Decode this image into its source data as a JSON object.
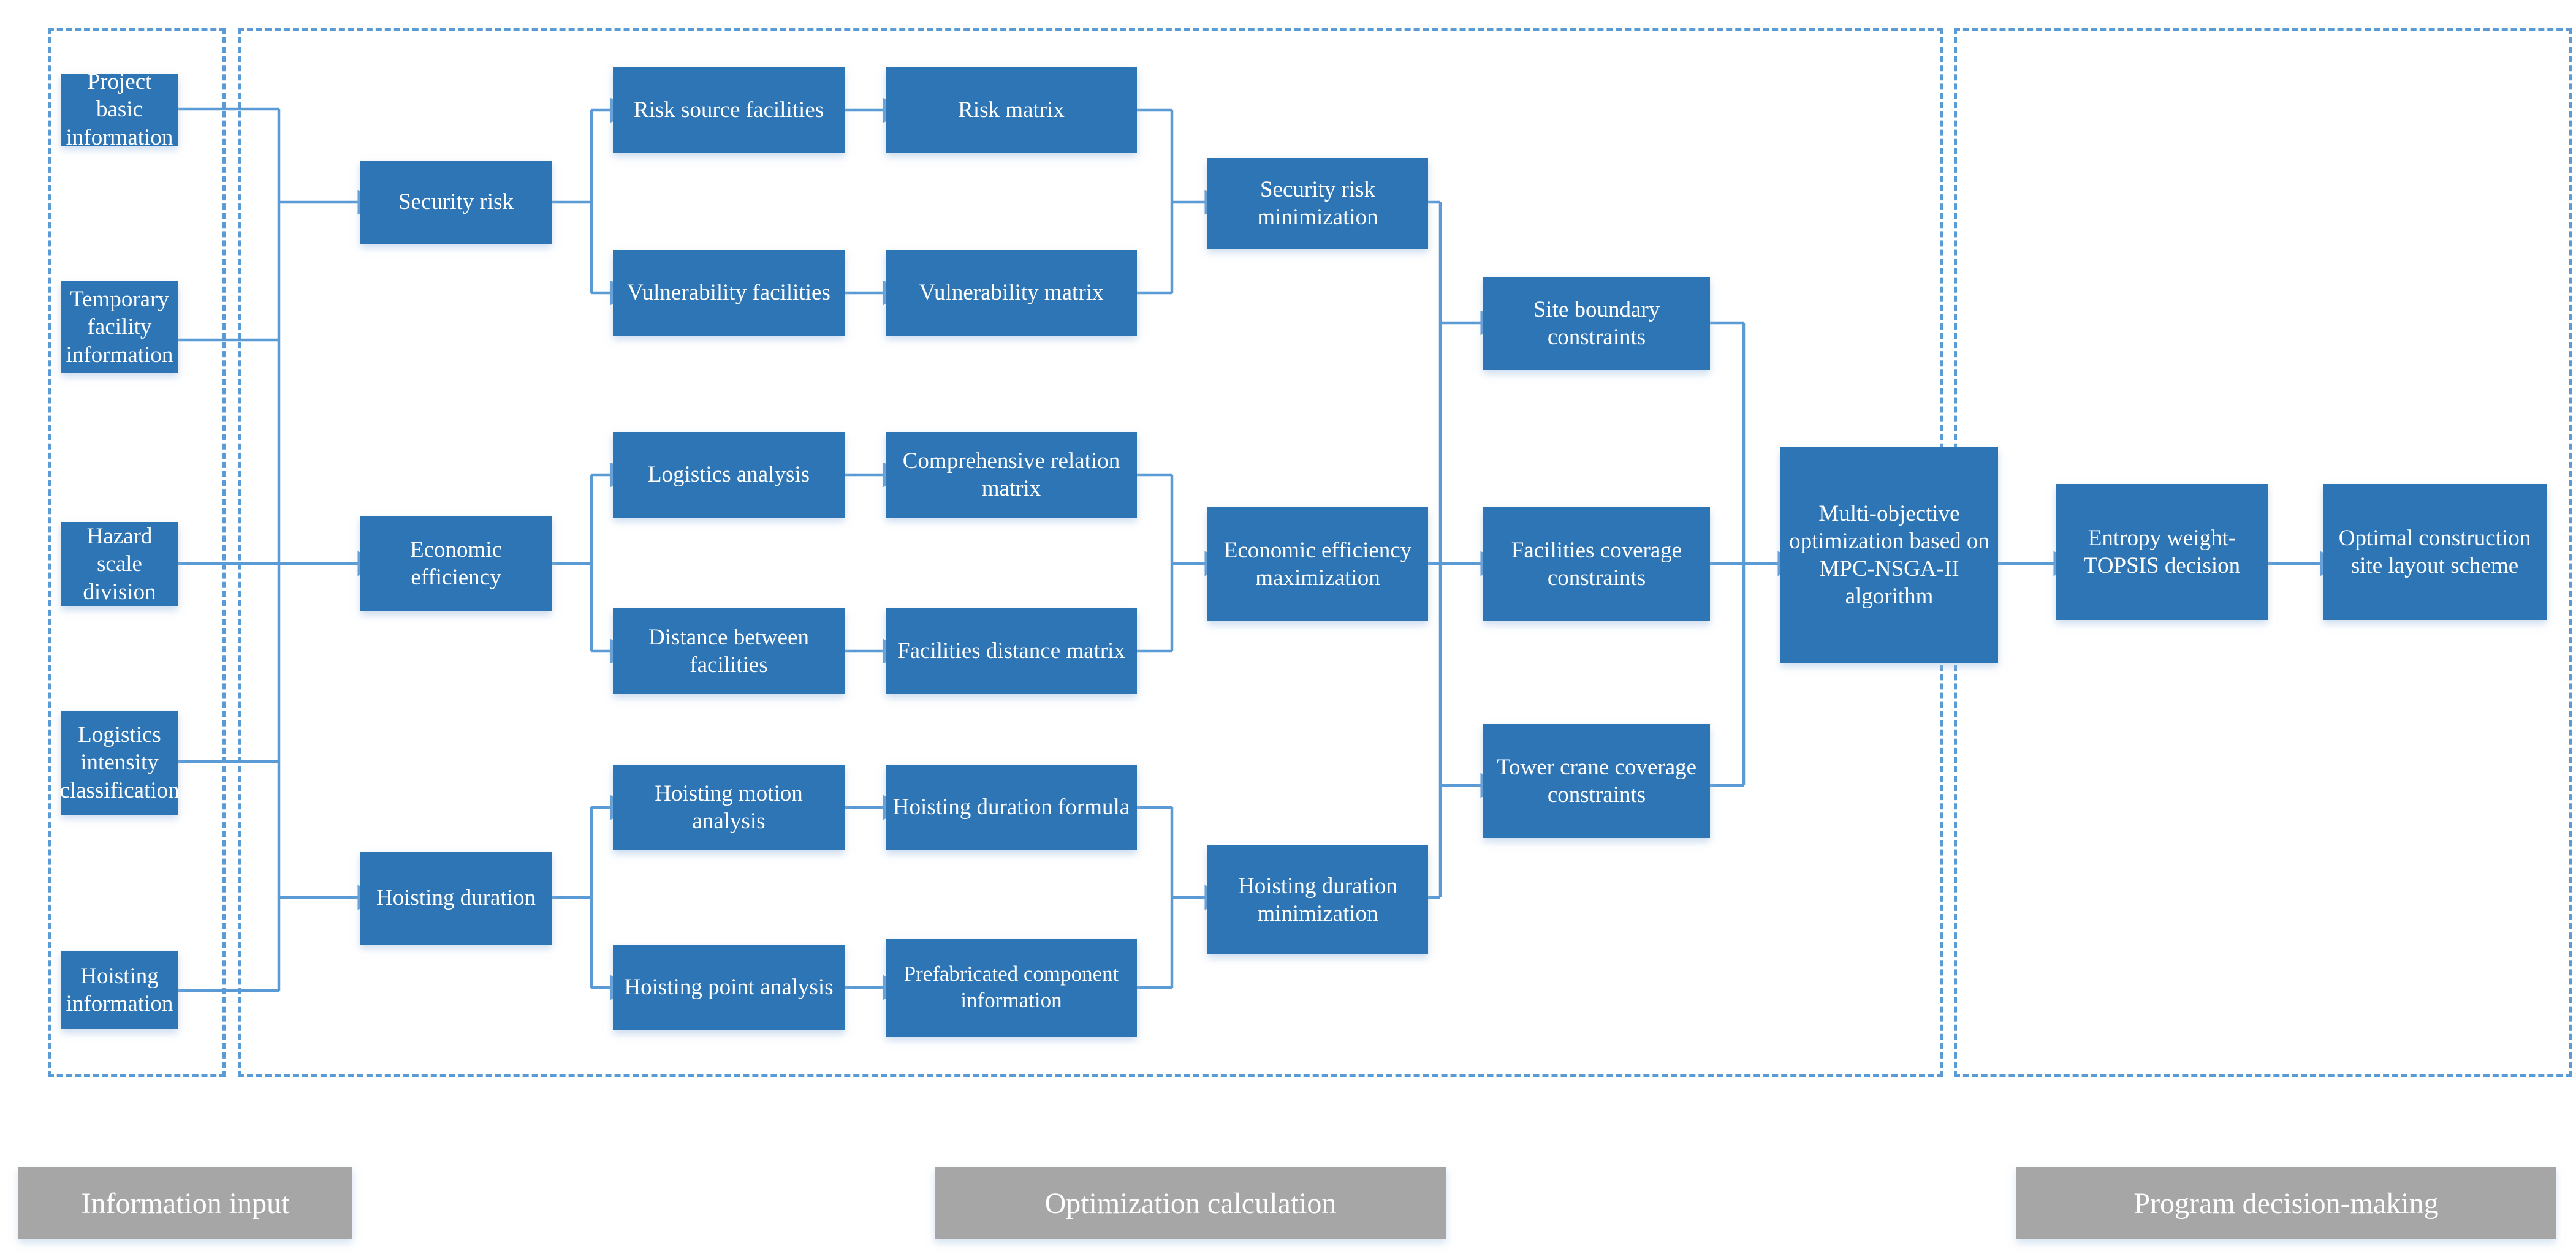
{
  "colors": {
    "node_fill": "#2E75B6",
    "node_text": "#FFFFFF",
    "panel_border": "#5B9BD5",
    "connector": "#5B9BD5",
    "legend_fill": "#A6A6A6",
    "background": "#FFFFFF"
  },
  "panels": [
    {
      "name": "information-input-panel"
    },
    {
      "name": "optimization-calculation-panel"
    },
    {
      "name": "program-decision-panel"
    }
  ],
  "legend": [
    {
      "label": "Information input"
    },
    {
      "label": "Optimization calculation"
    },
    {
      "label": "Program decision-making"
    }
  ],
  "inputs": [
    {
      "label": "Project basic information"
    },
    {
      "label": "Temporary facility information"
    },
    {
      "label": "Hazard scale division"
    },
    {
      "label": "Logistics intensity classification"
    },
    {
      "label": "Hoisting information"
    }
  ],
  "objectives": [
    {
      "label": "Security risk"
    },
    {
      "label": "Economic efficiency"
    },
    {
      "label": "Hoisting duration"
    }
  ],
  "analysis": [
    {
      "label": "Risk source facilities"
    },
    {
      "label": "Vulnerability facilities"
    },
    {
      "label": "Logistics analysis"
    },
    {
      "label": "Distance between facilities"
    },
    {
      "label": "Hoisting motion analysis"
    },
    {
      "label": "Hoisting point analysis"
    }
  ],
  "matrices": [
    {
      "label": "Risk matrix"
    },
    {
      "label": "Vulnerability matrix"
    },
    {
      "label": "Comprehensive relation matrix"
    },
    {
      "label": "Facilities distance matrix"
    },
    {
      "label": "Hoisting duration formula"
    },
    {
      "label": "Prefabricated component information"
    }
  ],
  "goals": [
    {
      "label": "Security risk minimization"
    },
    {
      "label": "Economic efficiency maximization"
    },
    {
      "label": "Hoisting duration minimization"
    }
  ],
  "constraints": [
    {
      "label": "Site boundary constraints"
    },
    {
      "label": "Facilities coverage constraints"
    },
    {
      "label": "Tower crane coverage constraints"
    }
  ],
  "algorithm": {
    "label": "Multi-objective optimization based on MPC-NSGA-II algorithm"
  },
  "decision": [
    {
      "label": "Entropy weight-TOPSIS decision"
    },
    {
      "label": "Optimal construction site layout scheme"
    }
  ]
}
